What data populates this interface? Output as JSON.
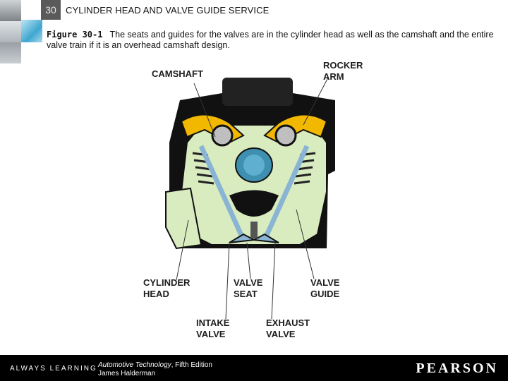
{
  "header": {
    "chapter_number": "30",
    "chapter_title": "CYLINDER HEAD AND VALVE GUIDE SERVICE"
  },
  "caption": {
    "figure_label": "Figure 30-1",
    "text": "The seats and guides for the valves are in the cylinder head as well as the camshaft and the entire valve train if it is an overhead camshaft design."
  },
  "figure_labels": {
    "camshaft": "CAMSHAFT",
    "rocker_arm": "ROCKER\nARM",
    "cylinder_head": "CYLINDER\nHEAD",
    "valve_seat": "VALVE\nSEAT",
    "valve_guide": "VALVE\nGUIDE",
    "intake_valve": "INTAKE\nVALVE",
    "exhaust_valve": "EXHAUST\nVALVE"
  },
  "footer": {
    "always_learning": "ALWAYS LEARNING",
    "book_title": "Automotive Technology",
    "edition": ", Fifth Edition",
    "author": "James Halderman",
    "publisher": "PEARSON"
  },
  "colors": {
    "head_fill": "#d9ecc0",
    "casting_dark": "#111111",
    "rocker": "#f2b800",
    "camshaft": "#3f8fb0",
    "valve_stem": "#8ab4d4"
  }
}
